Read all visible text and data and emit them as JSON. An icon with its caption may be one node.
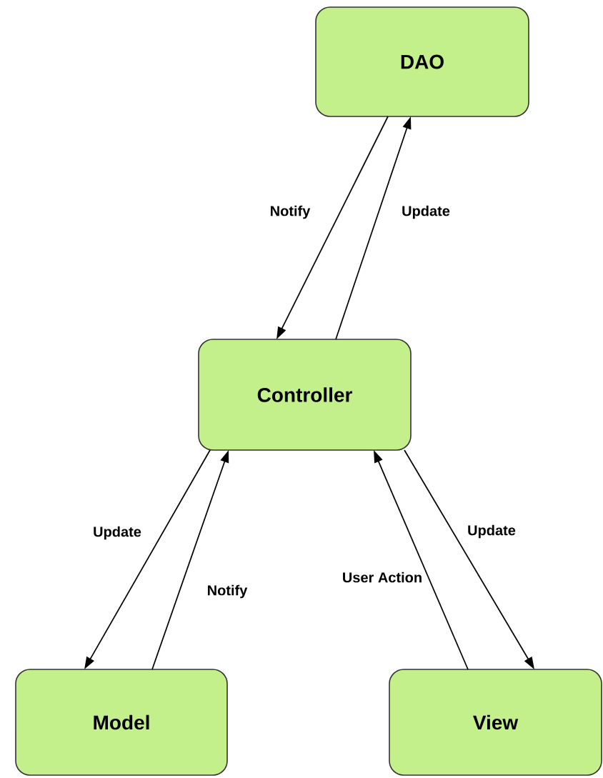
{
  "diagram": {
    "nodes": [
      {
        "text": [
          "DAO"
        ]
      },
      {
        "text": [
          "Controller"
        ]
      },
      {
        "text": [
          "Model"
        ]
      },
      {
        "text": [
          "View"
        ]
      }
    ],
    "edges": [
      {
        "from": 0,
        "to": 1,
        "arrow": "to",
        "label": "Notify"
      },
      {
        "from": 1,
        "to": 0,
        "arrow": "to",
        "label": "Update"
      },
      {
        "from": 1,
        "to": 2,
        "arrow": "to",
        "label": "Update"
      },
      {
        "from": 2,
        "to": 1,
        "arrow": "to",
        "label": "Notify"
      },
      {
        "from": 3,
        "to": 1,
        "arrow": "to",
        "label": "User Action"
      },
      {
        "from": 1,
        "to": 3,
        "arrow": "to",
        "label": "Update"
      }
    ]
  }
}
